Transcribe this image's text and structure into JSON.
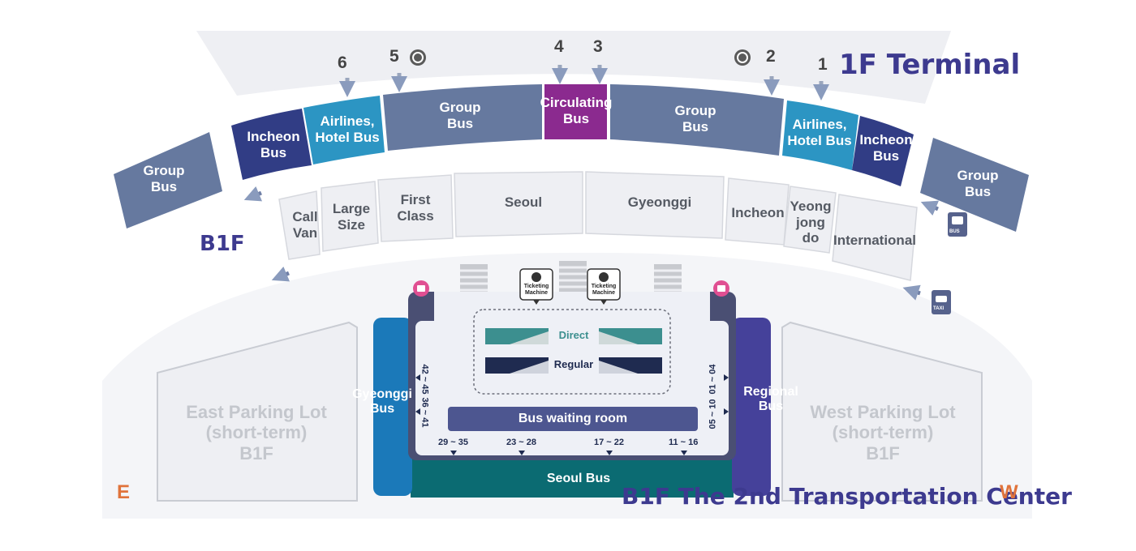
{
  "titles": {
    "terminal": "1F Terminal",
    "b1f": "B1F",
    "center": "B1F The 2nd Transportation Center"
  },
  "directions": {
    "east": "E",
    "west": "W"
  },
  "gates": [
    "1",
    "2",
    "3",
    "4",
    "5",
    "6"
  ],
  "upper_zones": {
    "group_bus_far_left": "Group\nBus",
    "incheon_bus_left": "Incheon\nBus",
    "airlines_hotel_left": "Airlines,\nHotel Bus",
    "group_bus_left": "Group\nBus",
    "circulating_bus": "Circulating\nBus",
    "group_bus_right": "Group\nBus",
    "airlines_hotel_right": "Airlines,\nHotel Bus",
    "incheon_bus_right": "Incheon\nBus",
    "group_bus_far_right": "Group\nBus"
  },
  "taxi_zones": {
    "call_van": "Call\nVan",
    "large_size": "Large\nSize",
    "first_class": "First\nClass",
    "seoul": "Seoul",
    "gyeonggi": "Gyeonggi",
    "incheon": "Incheon",
    "yeongjongdo": "Yeong\njong\ndo",
    "international": "International"
  },
  "parking": {
    "east": "East Parking Lot\n(short-term)\nB1F",
    "west": "West Parking Lot\n(short-term)\nB1F"
  },
  "center": {
    "gyeonggi_bus": "Gyeonggi\nBus",
    "regional_bus": "Regional\nBus",
    "seoul_bus": "Seoul Bus",
    "waiting_room": "Bus waiting room",
    "direct": "Direct",
    "regular": "Regular",
    "ticketing_machine": "Ticketing\nMachine",
    "platforms_left_top": "42 ~ 45",
    "platforms_left_bottom": "36 ~ 41",
    "platforms_right_top": "01 ~ 04",
    "platforms_right_bottom": "05 ~ 10",
    "platforms_bottom": [
      "29 ~ 35",
      "23 ~ 28",
      "17 ~ 22",
      "11 ~ 16"
    ]
  },
  "icons": {
    "bus_icon_text": "BUS",
    "taxi_icon_text": "TAXI"
  },
  "colors": {
    "group_bus": "#66799f",
    "incheon_bus": "#313d85",
    "airlines_hotel": "#2c95c3",
    "circulating": "#8b2a8f",
    "gyeonggi_bus": "#1b79b9",
    "regional_bus": "#45419a",
    "seoul_bus": "#0b6b72",
    "waiting_room": "#4d5690",
    "direct": "#3c8f8f",
    "regular": "#1f2b50",
    "title": "#3d3a8f",
    "compass": "#e0733b"
  }
}
